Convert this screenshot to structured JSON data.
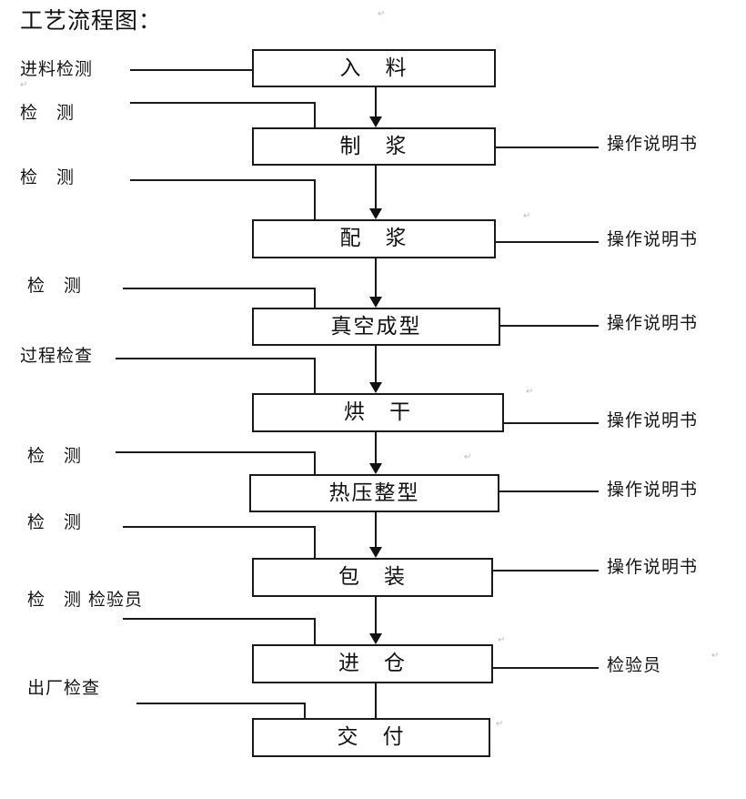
{
  "document": {
    "title": "工艺流程图：",
    "type": "process-flow-chart"
  },
  "process_steps": [
    {
      "id": "step-1",
      "label": "入　料"
    },
    {
      "id": "step-2",
      "label": "制　浆"
    },
    {
      "id": "step-3",
      "label": "配　浆"
    },
    {
      "id": "step-4",
      "label": "真空成型"
    },
    {
      "id": "step-5",
      "label": "烘　干"
    },
    {
      "id": "step-6",
      "label": "热压整型"
    },
    {
      "id": "step-7",
      "label": "包　装"
    },
    {
      "id": "step-8",
      "label": "进　仓"
    },
    {
      "id": "step-9",
      "label": "交　付"
    }
  ],
  "left_labels": [
    {
      "id": "left-1",
      "label": "进料检测",
      "target": "step-1"
    },
    {
      "id": "left-2",
      "label": "检　测",
      "target": "step-2"
    },
    {
      "id": "left-3",
      "label": "检　测",
      "target": "step-3"
    },
    {
      "id": "left-4",
      "label": "检　测",
      "target": "step-4"
    },
    {
      "id": "left-5",
      "label": "过程检查",
      "target": "step-5"
    },
    {
      "id": "left-6",
      "label": "检　测",
      "target": "step-6"
    },
    {
      "id": "left-7",
      "label": "检　测",
      "target": "step-7"
    },
    {
      "id": "left-8",
      "label": "检　测  检验员",
      "target": "step-8"
    },
    {
      "id": "left-9",
      "label": "出厂检查",
      "target": "step-9"
    }
  ],
  "right_labels": [
    {
      "id": "right-1",
      "label": "操作说明书",
      "source": "step-2"
    },
    {
      "id": "right-2",
      "label": "操作说明书",
      "source": "step-3"
    },
    {
      "id": "right-3",
      "label": "操作说明书",
      "source": "step-4"
    },
    {
      "id": "right-4",
      "label": "操作说明书",
      "source": "step-5"
    },
    {
      "id": "right-5",
      "label": "操作说明书",
      "source": "step-6"
    },
    {
      "id": "right-6",
      "label": "操作说明书",
      "source": "step-7"
    },
    {
      "id": "right-7",
      "label": "检验员",
      "source": "step-8"
    }
  ],
  "colors": {
    "line": "#1a1a1a",
    "text": "#111111",
    "background": "#ffffff"
  }
}
